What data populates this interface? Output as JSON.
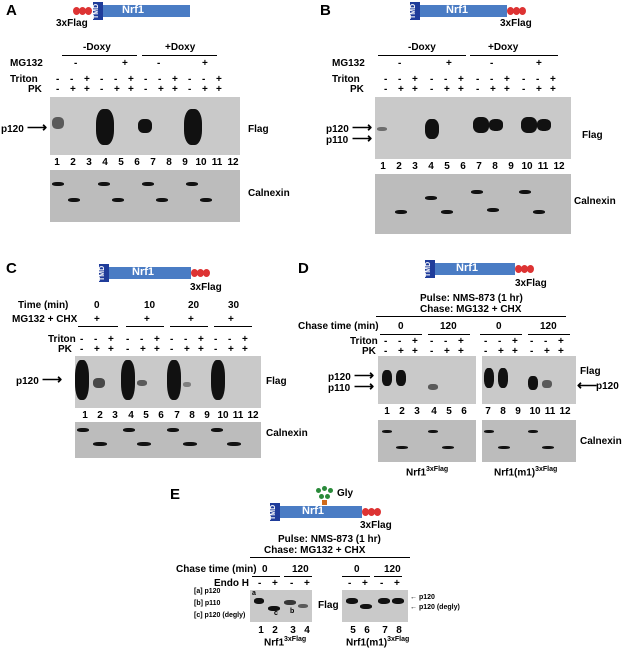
{
  "panels": {
    "A": {
      "label": "A",
      "construct": {
        "tmd": "TMD",
        "name": "Nrf1",
        "tag": "3xFlag"
      },
      "groups": [
        "-Doxy",
        "+Doxy"
      ],
      "mg132": "MG132",
      "triton": "Triton",
      "pk": "PK",
      "minus": "-",
      "plus": "+",
      "marker": "p120",
      "blot1": "Flag",
      "blot2": "Calnexin",
      "lanes": [
        "1",
        "2",
        "3",
        "4",
        "5",
        "6",
        "7",
        "8",
        "9",
        "10",
        "11",
        "12"
      ]
    },
    "B": {
      "label": "B",
      "construct": {
        "tmd": "TMD",
        "name": "Nrf1",
        "tag": "3xFlag"
      },
      "groups": [
        "-Doxy",
        "+Doxy"
      ],
      "mg132": "MG132",
      "triton": "Triton",
      "pk": "PK",
      "marker1": "p120",
      "marker2": "p110",
      "blot1": "Flag",
      "blot2": "Calnexin",
      "lanes": [
        "1",
        "2",
        "3",
        "4",
        "5",
        "6",
        "7",
        "8",
        "9",
        "10",
        "11",
        "12"
      ]
    },
    "C": {
      "label": "C",
      "construct": {
        "tmd": "TMD",
        "name": "Nrf1",
        "tag": "3xFlag"
      },
      "time_label": "Time (min)",
      "times": [
        "0",
        "10",
        "20",
        "30"
      ],
      "mg_label": "MG132 + CHX",
      "triton": "Triton",
      "pk": "PK",
      "marker": "p120",
      "blot1": "Flag",
      "blot2": "Calnexin",
      "lanes": [
        "1",
        "2",
        "3",
        "4",
        "5",
        "6",
        "7",
        "8",
        "9",
        "10",
        "11",
        "12"
      ]
    },
    "D": {
      "label": "D",
      "construct": {
        "tmd": "TMD",
        "name": "Nrf1",
        "tag": "3xFlag"
      },
      "pulse": "Pulse:  NMS-873 (1 hr)",
      "chase": "Chase:  MG132 + CHX",
      "chase_time": "Chase time (min)",
      "times": [
        "0",
        "120",
        "0",
        "120"
      ],
      "triton": "Triton",
      "pk": "PK",
      "marker1": "p120",
      "marker2": "p110",
      "marker_right": "p120",
      "blot1": "Flag",
      "blot2": "Calnexin",
      "lanes": [
        "1",
        "2",
        "3",
        "4",
        "5",
        "6",
        "7",
        "8",
        "9",
        "10",
        "11",
        "12"
      ],
      "sample1": "Nrf1",
      "sample1_sup": "3xFlag",
      "sample2": "Nrf1(m1)",
      "sample2_sup": "3xFlag"
    },
    "E": {
      "label": "E",
      "construct": {
        "tmd": "TMD",
        "name": "Nrf1",
        "tag": "3xFlag",
        "gly": "Gly"
      },
      "pulse": "Pulse:  NMS-873 (1 hr)",
      "chase": "Chase:  MG132 + CHX",
      "chase_time": "Chase time (min)",
      "times": [
        "0",
        "120",
        "0",
        "120"
      ],
      "endoh": "Endo H",
      "markers_left": [
        "[a] p120",
        "[b] p110",
        "[c] p120 (degly)"
      ],
      "band_letters": [
        "a",
        "c",
        "b"
      ],
      "markers_right": [
        "p120",
        "p120 (degly)"
      ],
      "blot": "Flag",
      "lanes": [
        "1",
        "2",
        "3",
        "4",
        "5",
        "6",
        "7",
        "8"
      ],
      "sample1": "Nrf1",
      "sample1_sup": "3xFlag",
      "sample2": "Nrf1(m1)",
      "sample2_sup": "3xFlag"
    }
  }
}
